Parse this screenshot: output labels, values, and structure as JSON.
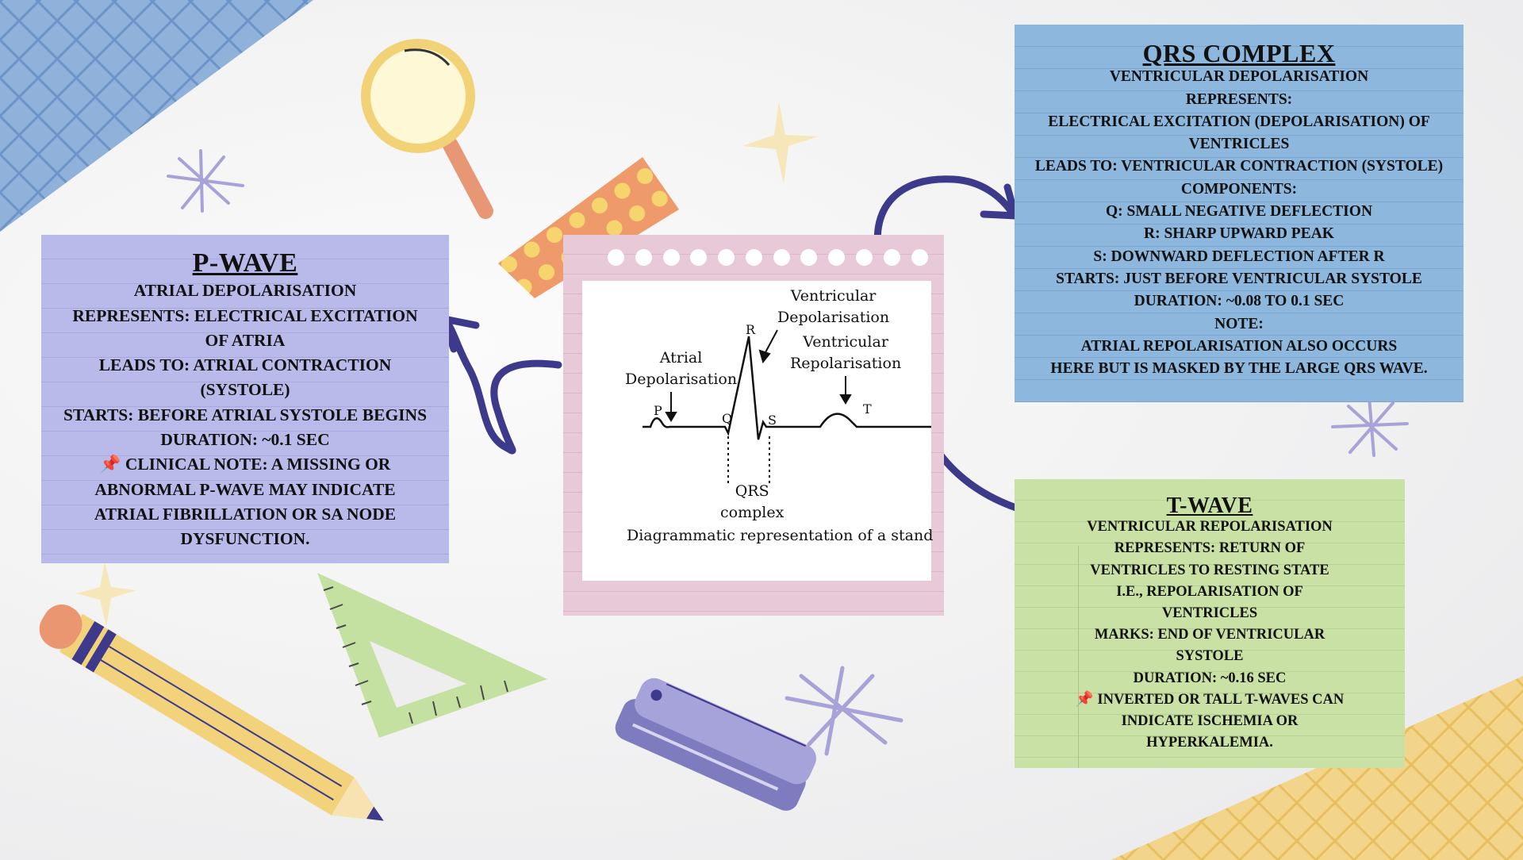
{
  "p_wave": {
    "title": "P-WAVE ",
    "lines": [
      "ATRIAL DEPOLARISATION",
      "REPRESENTS: ELECTRICAL EXCITATION",
      "OF ATRIA",
      "LEADS TO: ATRIAL CONTRACTION",
      "(SYSTOLE)",
      "STARTS: BEFORE ATRIAL SYSTOLE BEGINS",
      "DURATION: ~0.1 SEC"
    ],
    "pin": "📌",
    "note_lines": [
      "CLINICAL NOTE: A MISSING OR",
      "ABNORMAL P-WAVE MAY INDICATE",
      "ATRIAL FIBRILLATION OR SA NODE",
      "DYSFUNCTION."
    ]
  },
  "qrs_complex": {
    "title": "QRS COMPLEX ",
    "lines": [
      "VENTRICULAR DEPOLARISATION",
      "REPRESENTS:",
      "ELECTRICAL EXCITATION (DEPOLARISATION) OF",
      "VENTRICLES",
      "LEADS TO: VENTRICULAR CONTRACTION (SYSTOLE)",
      "COMPONENTS:",
      "Q: SMALL NEGATIVE DEFLECTION",
      "R: SHARP UPWARD PEAK",
      "S: DOWNWARD DEFLECTION AFTER R",
      "STARTS: JUST BEFORE VENTRICULAR SYSTOLE",
      "DURATION: ~0.08 TO 0.1 SEC",
      "NOTE:",
      "ATRIAL REPOLARISATION ALSO OCCURS",
      "HERE BUT IS MASKED BY THE LARGE QRS WAVE."
    ]
  },
  "t_wave": {
    "title": "T-WAVE ",
    "lines": [
      "VENTRICULAR REPOLARISATION",
      "REPRESENTS: RETURN OF",
      "VENTRICLES TO RESTING STATE",
      "I.E., REPOLARISATION OF",
      "VENTRICLES",
      "MARKS: END OF VENTRICULAR",
      "SYSTOLE",
      "DURATION: ~0.16 SEC"
    ],
    "pin": "📌",
    "note_lines": [
      "INVERTED OR TALL T-WAVES CAN",
      "INDICATE ISCHEMIA OR",
      "HYPERKALEMIA."
    ]
  },
  "ecg_diagram": {
    "labels": {
      "ventricular_depolarisation": [
        "Ventricular",
        "Depolarisation"
      ],
      "ventricular_repolarisation": [
        "Ventricular",
        "Repolarisation"
      ],
      "atrial_depolarisation": [
        "Atrial",
        "Depolarisation"
      ],
      "qrs_complex": [
        "QRS",
        "complex"
      ],
      "p": "P",
      "q": "Q",
      "r": "R",
      "s": "S",
      "t": "T"
    },
    "caption": "Diagrammatic representation of a stand"
  },
  "colors": {
    "p_wave_card": "#babaea",
    "qrs_card": "#8db7dc",
    "t_wave_card": "#c9e1a5",
    "note_card": "#e7c9d8",
    "arrow": "#3d3a8c"
  },
  "icons": [
    "magnifying-glass-icon",
    "washi-tape-icon",
    "pencil-icon",
    "set-square-icon",
    "stapler-icon",
    "sparkle-icon",
    "grid-paper-icon"
  ]
}
